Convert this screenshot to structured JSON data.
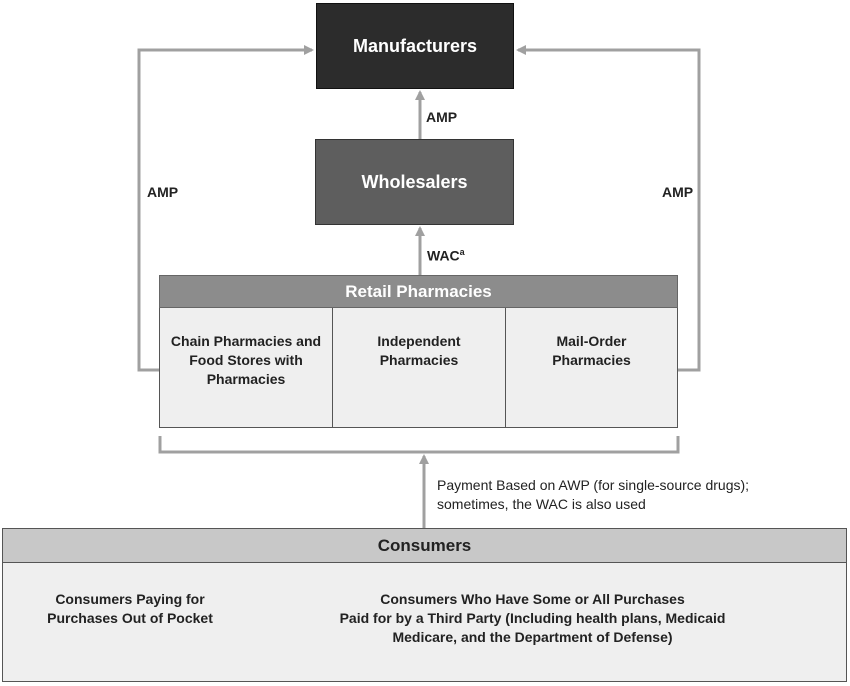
{
  "nodes": {
    "manufacturers": "Manufacturers",
    "wholesalers": "Wholesalers",
    "retail_pharmacies": "Retail Pharmacies",
    "consumers": "Consumers"
  },
  "retail_types": [
    {
      "lines": [
        "Chain Pharmacies and",
        "Food Stores with",
        "Pharmacies"
      ]
    },
    {
      "lines": [
        "Independent",
        "Pharmacies"
      ]
    },
    {
      "lines": [
        "Mail-Order",
        "Pharmacies"
      ]
    }
  ],
  "consumer_types": [
    {
      "lines": [
        "Consumers Paying for",
        "Purchases Out of Pocket"
      ]
    },
    {
      "lines": [
        "Consumers Who Have Some or All Purchases",
        "Paid for by a Third Party (Including health plans, Medicaid",
        "Medicare, and the Department of Defense)"
      ]
    }
  ],
  "edge_labels": {
    "amp_wholesalers_to_manufacturers": "AMP",
    "wac_retail_to_wholesalers": "WAC",
    "wac_superscript": "a",
    "amp_left": "AMP",
    "amp_right": "AMP",
    "payment_line1": "Payment Based on AWP (for single-source drugs);",
    "payment_line2": "sometimes, the WAC is also used"
  },
  "colors": {
    "manufacturers_fill": "#2c2c2c",
    "wholesalers_fill": "#5e5e5e",
    "retail_header_fill": "#8c8c8c",
    "cell_fill": "#efefef",
    "consumers_header_fill": "#c8c8c8",
    "arrow": "#a0a0a0"
  }
}
